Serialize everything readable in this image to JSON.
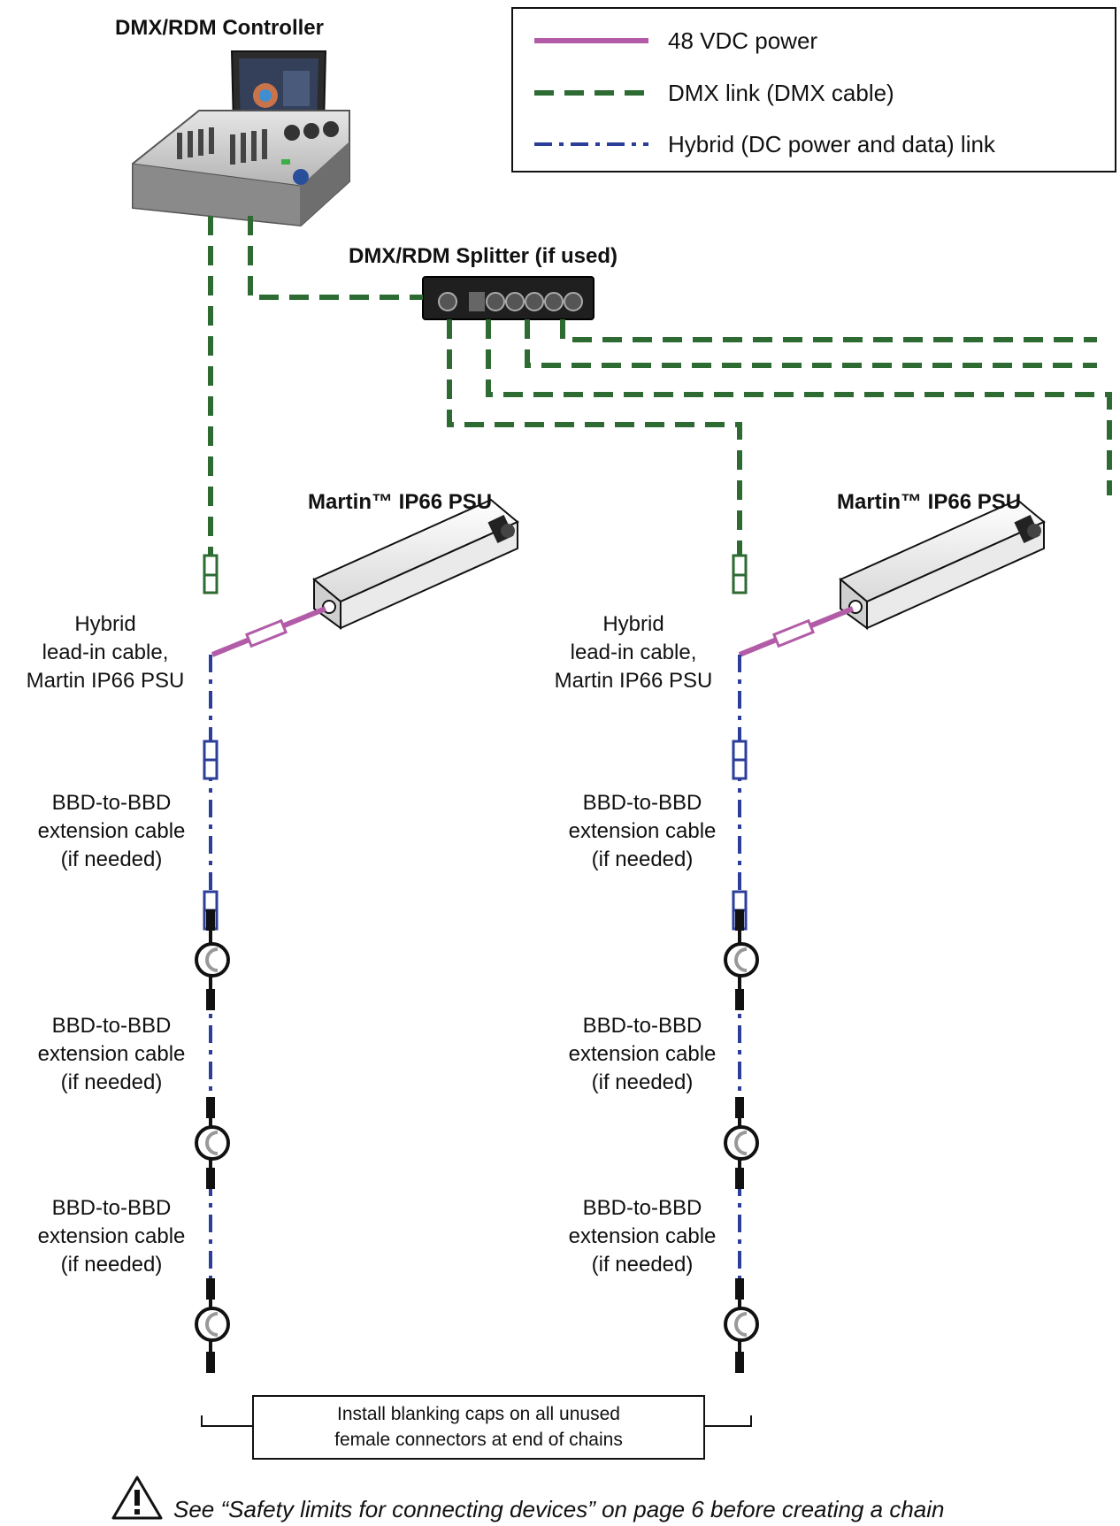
{
  "legend": {
    "items": [
      {
        "label": "48 VDC power",
        "color": "#b25ca8",
        "style": "solid"
      },
      {
        "label": "DMX link (DMX cable)",
        "color": "#2d6b33",
        "style": "dashed"
      },
      {
        "label": "Hybrid (DC power and data) link",
        "color": "#2b3e99",
        "style": "dash-dot"
      }
    ]
  },
  "devices": {
    "controller": "DMX/RDM Controller",
    "splitter": "DMX/RDM Splitter (if used)",
    "psu_left": "Martin™ IP66 PSU",
    "psu_right": "Martin™ IP66 PSU"
  },
  "labels": {
    "hybrid_lead_in": [
      "Hybrid",
      "lead-in cable,",
      "Martin IP66 PSU"
    ],
    "extension_cable": [
      "BBD-to-BBD",
      "extension cable",
      "(if needed)"
    ]
  },
  "note": {
    "line1": "Install blanking caps on all unused",
    "line2": "female connectors at end of chains"
  },
  "warning": {
    "text": "See “Safety limits for connecting devices” on page 6 before creating a chain",
    "icon": "warning-triangle-icon"
  },
  "colors": {
    "power": "#b25ca8",
    "dmx": "#2d6b33",
    "hybrid": "#2b3e99",
    "fixture": "#111111"
  }
}
